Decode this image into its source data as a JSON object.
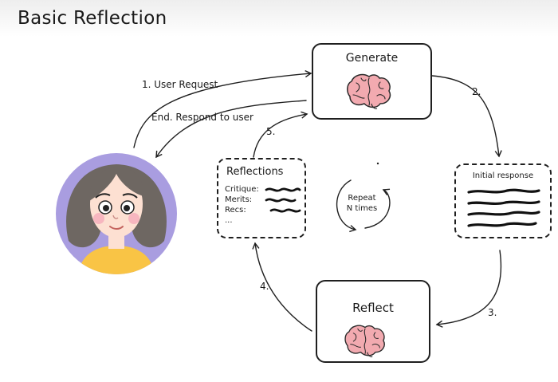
{
  "title": "Basic Reflection",
  "nodes": {
    "generate": "Generate",
    "reflect": "Reflect",
    "initial_response": "Initial response",
    "reflections": {
      "title": "Reflections",
      "rows": [
        "Critique:",
        "Merits:",
        "Recs:",
        "..."
      ]
    },
    "repeat": "Repeat\nN times"
  },
  "edges": {
    "user_request": "1. User Request",
    "respond": "End. Respond to user",
    "step2": "2.",
    "step3": "3.",
    "step4": "4.",
    "step5": "5."
  },
  "colors": {
    "avatar_bg": "#a99de0",
    "hair": "#6e6762",
    "skin": "#fde0d2",
    "shirt": "#f9c445",
    "brain": "#f2aab0"
  }
}
